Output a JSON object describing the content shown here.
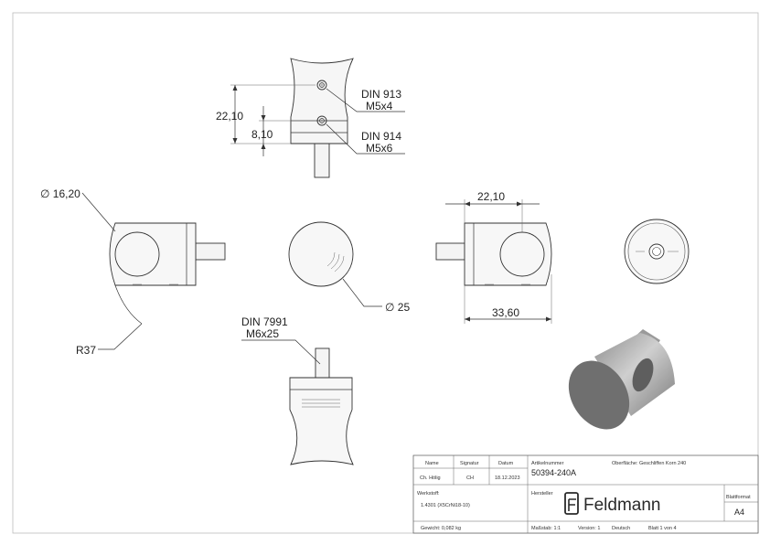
{
  "dimensions": {
    "top_height": "22,10",
    "top_hole_offset": "8,10",
    "din_913": "DIN 913",
    "din_913_size": "M5x4",
    "din_914": "DIN 914",
    "din_914_size": "M5x6",
    "bore_diameter": "∅ 16,20",
    "radius": "R37",
    "body_diameter": "∅ 25",
    "bore_position": "22,10",
    "overall_length": "33,60",
    "din_7991": "DIN 7991",
    "din_7991_size": "M6x25"
  },
  "colors": {
    "line": "#333333",
    "fill_light": "#f2f2f2",
    "render_dark": "#6f6f6f",
    "render_light": "#c9c9c9"
  },
  "title_block": {
    "h_name": "Name",
    "h_signature": "Signatur",
    "h_date": "Datum",
    "name": "Ch. Hölig",
    "signature": "CH",
    "date": "18.12.2023",
    "article_label": "Artikelnummer",
    "article_number": "50394-240A",
    "surface": "Oberfläche:  Geschliffen Korn 240",
    "material_label": "Werkstoff:",
    "material": "1.4301 (X5CrNi18-10)",
    "manufacturer_label": "Hersteller",
    "brand": "Feldmann",
    "sheet_format_label": "Blattformat",
    "sheet_format": "A4",
    "weight": "Gewicht: 0,082 kg",
    "scale": "Maßstab: 1:1",
    "version": "Version: 1",
    "language": "Deutsch",
    "sheet": "Blatt 1 von 4"
  }
}
